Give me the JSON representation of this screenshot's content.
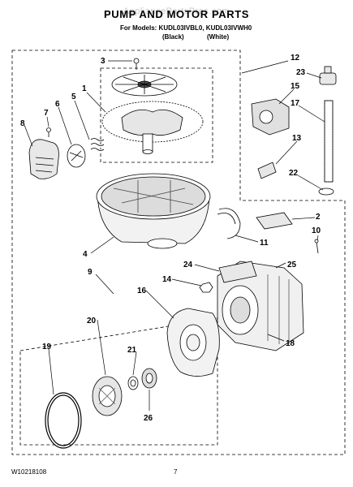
{
  "header": {
    "title": "PUMP AND MOTOR PARTS",
    "watermark": "AppliancePartsPros.com",
    "models": "For Models: KUDL03IVBL0, KUDL03IVWH0",
    "color_black": "(Black)",
    "color_white": "(White)"
  },
  "footer": {
    "code": "W10218108",
    "page": "7"
  },
  "callouts": [
    "3",
    "12",
    "1",
    "5",
    "6",
    "7",
    "8",
    "23",
    "15",
    "17",
    "13",
    "22",
    "2",
    "10",
    "11",
    "4",
    "9",
    "24",
    "25",
    "14",
    "16",
    "20",
    "18",
    "19",
    "21",
    "26"
  ]
}
